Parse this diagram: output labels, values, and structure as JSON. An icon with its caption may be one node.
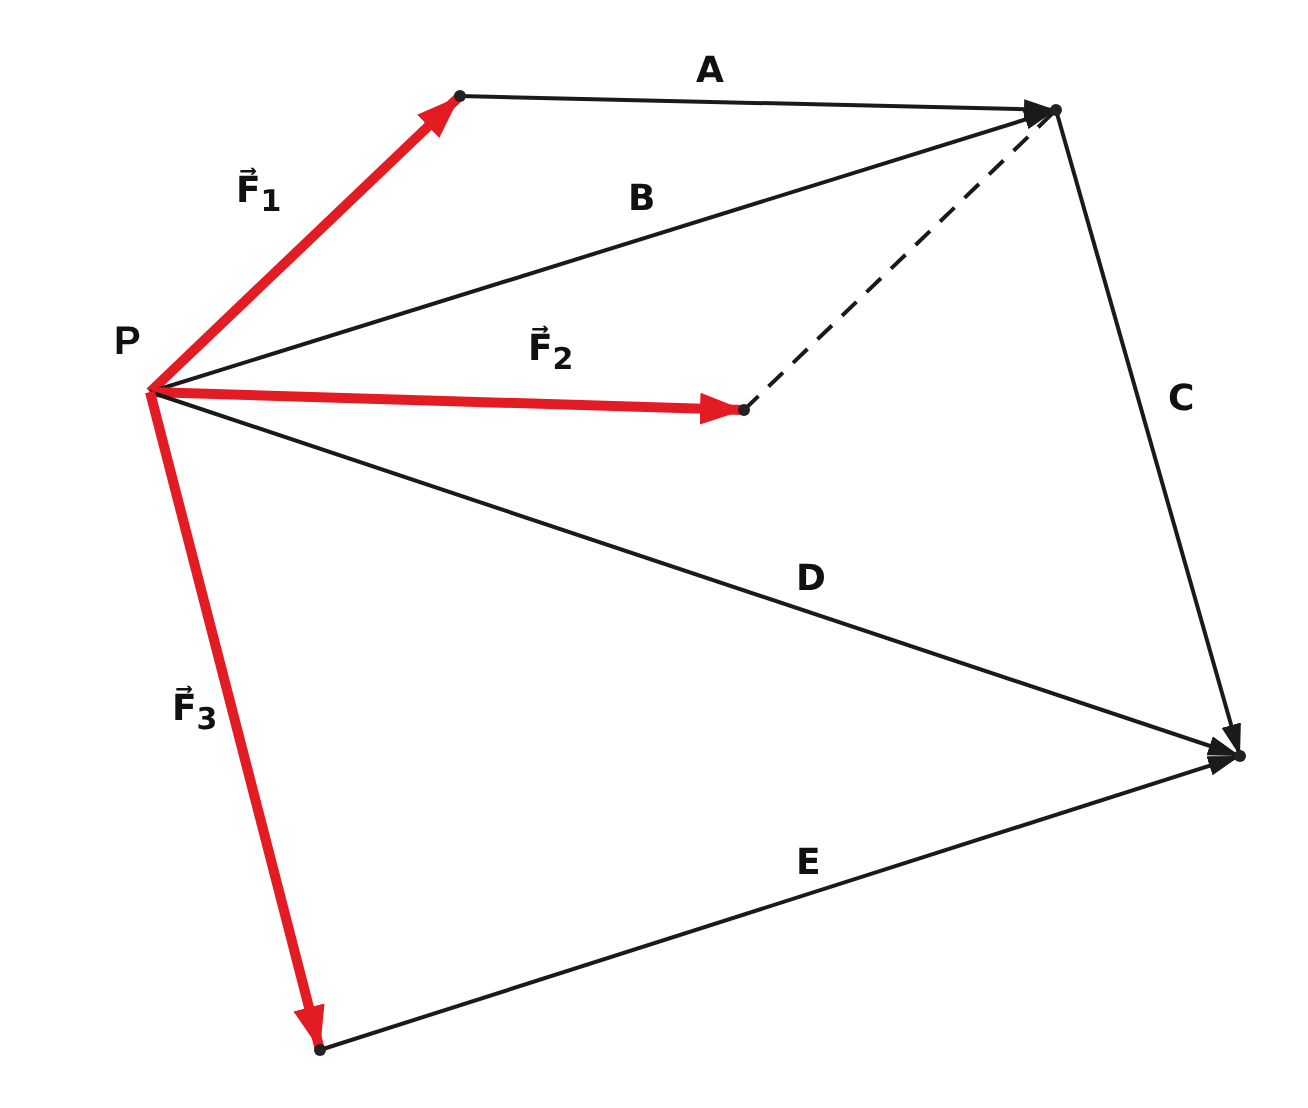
{
  "diagram": {
    "nodes": [
      {
        "text": [
          "P"
        ]
      },
      {
        "text": [],
        "shape": "point"
      },
      {
        "text": [],
        "shape": "point"
      },
      {
        "text": [],
        "shape": "point"
      },
      {
        "text": [],
        "shape": "point"
      },
      {
        "text": [],
        "shape": "point"
      }
    ],
    "edges": [
      {
        "from": 0,
        "to": 1,
        "arrow": "to",
        "label": "F⃗$_{1}$",
        "style": "thick",
        "color": "#e31b23"
      },
      {
        "from": 1,
        "to": 2,
        "arrow": "to",
        "label": "A"
      },
      {
        "from": 0,
        "to": 2,
        "arrow": "to",
        "label": "B"
      },
      {
        "from": 0,
        "to": 3,
        "arrow": "to",
        "label": "F⃗$_{2}$",
        "style": "thick",
        "color": "#e31b23"
      },
      {
        "from": 3,
        "to": 2,
        "arrow": "none",
        "style": "dashed"
      },
      {
        "from": 2,
        "to": 4,
        "arrow": "to",
        "label": "C"
      },
      {
        "from": 0,
        "to": 4,
        "arrow": "to",
        "label": "D"
      },
      {
        "from": 0,
        "to": 5,
        "arrow": "to",
        "label": "F⃗$_{3}$",
        "style": "thick",
        "color": "#e31b23"
      },
      {
        "from": 5,
        "to": 4,
        "arrow": "to",
        "label": "E"
      }
    ]
  }
}
